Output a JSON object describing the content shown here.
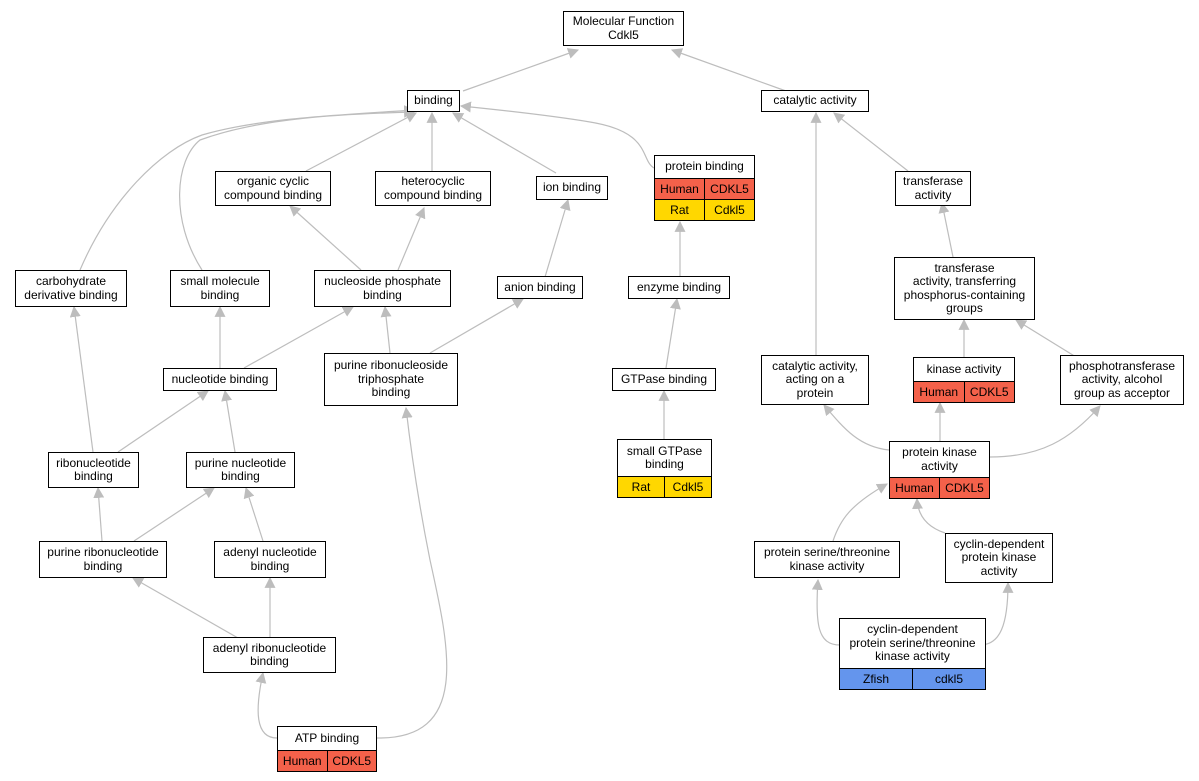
{
  "colors": {
    "Human": "#f4614a",
    "Rat": "#ffd700",
    "Zfish": "#6495ed",
    "edge": "#bdbdbd"
  },
  "nodes": [
    {
      "id": "mf",
      "label": "Molecular Function\nCdkl5",
      "icon": "",
      "rows": []
    },
    {
      "id": "binding",
      "label": "binding",
      "rows": []
    },
    {
      "id": "catalytic",
      "label": "catalytic activity",
      "rows": []
    },
    {
      "id": "ocb",
      "label": "organic cyclic\ncompound binding",
      "rows": []
    },
    {
      "id": "hcb",
      "label": "heterocyclic\ncompound binding",
      "rows": []
    },
    {
      "id": "ion",
      "label": "ion binding",
      "rows": []
    },
    {
      "id": "protb",
      "label": "protein binding",
      "rows": [
        {
          "org": "Human",
          "gene": "CDKL5"
        },
        {
          "org": "Rat",
          "gene": "Cdkl5"
        }
      ]
    },
    {
      "id": "transferase",
      "label": "transferase\nactivity",
      "rows": []
    },
    {
      "id": "carb",
      "label": "carbohydrate\nderivative binding",
      "rows": []
    },
    {
      "id": "smb",
      "label": "small molecule\nbinding",
      "rows": []
    },
    {
      "id": "nucphos",
      "label": "nucleoside phosphate\nbinding",
      "rows": []
    },
    {
      "id": "anion",
      "label": "anion binding",
      "rows": []
    },
    {
      "id": "enzyme",
      "label": "enzyme binding",
      "rows": []
    },
    {
      "id": "transphos",
      "label": "transferase\nactivity, transferring\nphosphorus-containing\ngroups",
      "rows": []
    },
    {
      "id": "nucb",
      "label": "nucleotide binding",
      "rows": []
    },
    {
      "id": "prnts",
      "label": "purine ribonucleoside\ntriphosphate\nbinding",
      "rows": []
    },
    {
      "id": "gtpase",
      "label": "GTPase binding",
      "rows": []
    },
    {
      "id": "catprot",
      "label": "catalytic activity,\nacting on a\nprotein",
      "rows": []
    },
    {
      "id": "kinase",
      "label": "kinase activity",
      "rows": [
        {
          "org": "Human",
          "gene": "CDKL5"
        }
      ]
    },
    {
      "id": "phosalc",
      "label": "phosphotransferase\nactivity, alcohol\ngroup as acceptor",
      "rows": []
    },
    {
      "id": "ribonuc",
      "label": "ribonucleotide\nbinding",
      "rows": []
    },
    {
      "id": "purnuc",
      "label": "purine nucleotide\nbinding",
      "rows": []
    },
    {
      "id": "smallgtp",
      "label": "small GTPase\nbinding",
      "rows": [
        {
          "org": "Rat",
          "gene": "Cdkl5"
        }
      ]
    },
    {
      "id": "protkin",
      "label": "protein kinase\nactivity",
      "rows": [
        {
          "org": "Human",
          "gene": "CDKL5"
        }
      ]
    },
    {
      "id": "purribo",
      "label": "purine ribonucleotide\nbinding",
      "rows": []
    },
    {
      "id": "adenyl",
      "label": "adenyl nucleotide\nbinding",
      "rows": []
    },
    {
      "id": "serthr",
      "label": "protein serine/threonine\nkinase activity",
      "rows": []
    },
    {
      "id": "cdk",
      "label": "cyclin-dependent\nprotein kinase\nactivity",
      "rows": []
    },
    {
      "id": "adribo",
      "label": "adenyl ribonucleotide\nbinding",
      "rows": []
    },
    {
      "id": "cdkst",
      "label": "cyclin-dependent\nprotein serine/threonine\nkinase activity",
      "rows": [
        {
          "org": "Zfish",
          "gene": "cdkl5"
        }
      ]
    },
    {
      "id": "atp",
      "label": "ATP binding",
      "rows": [
        {
          "org": "Human",
          "gene": "CDKL5"
        }
      ]
    }
  ]
}
